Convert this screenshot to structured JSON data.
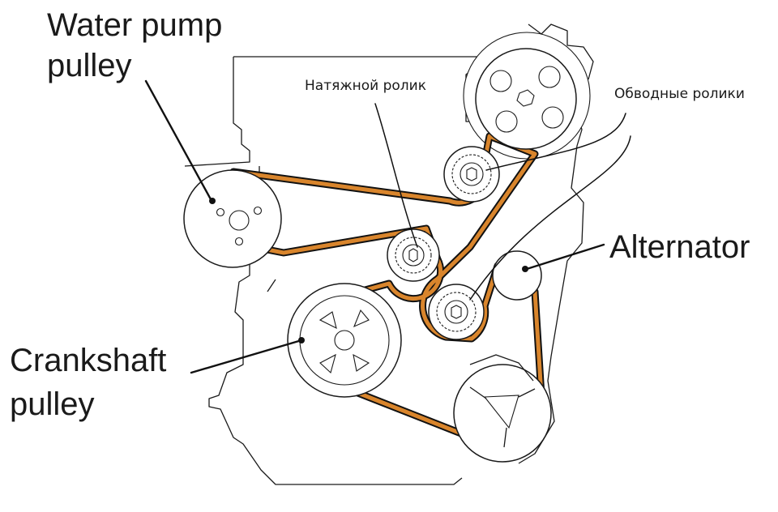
{
  "labels": {
    "water_pump_line1": "Water pump",
    "water_pump_line2": "pulley",
    "tensioner": "Натяжной ролик",
    "idlers": "Обводные ролики",
    "alternator": "Alternator",
    "crankshaft_line1": "Crankshaft",
    "crankshaft_line2": "pulley"
  },
  "colors": {
    "belt": "#d9852c",
    "outline": "#1a1a1a"
  }
}
